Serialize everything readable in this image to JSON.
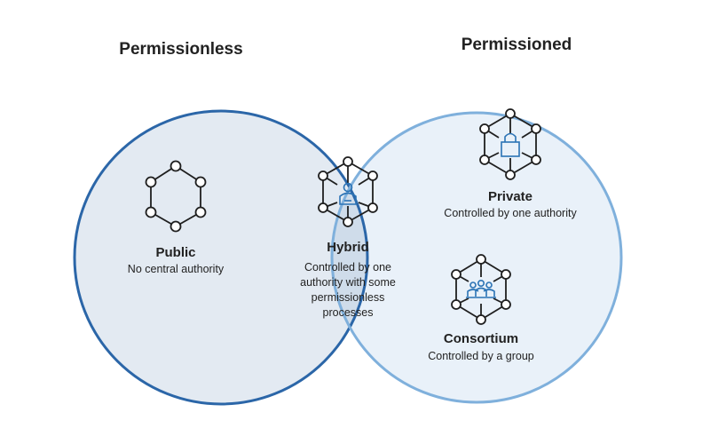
{
  "headings": {
    "left": "Permissionless",
    "right": "Permissioned"
  },
  "colors": {
    "left_circle_stroke": "#2b66a8",
    "left_circle_fill": "#e3eaf2",
    "right_circle_stroke": "#7fb0dc",
    "right_circle_fill": "#e9f1f9",
    "overlap_fill": "#cfdcea",
    "icon_accent": "#2b73b5"
  },
  "regions": {
    "public": {
      "label": "Public",
      "description": [
        "No central authority"
      ],
      "icon": "hexagon-network-icon"
    },
    "hybrid": {
      "label": "Hybrid",
      "description": [
        "Controlled by one",
        "authority with some",
        "permissionless",
        "processes"
      ],
      "icon": "user-network-icon"
    },
    "private": {
      "label": "Private",
      "description": [
        "Controlled by one authority"
      ],
      "icon": "lock-network-icon"
    },
    "consortium": {
      "label": "Consortium",
      "description": [
        "Controlled by a group"
      ],
      "icon": "group-network-icon"
    }
  }
}
